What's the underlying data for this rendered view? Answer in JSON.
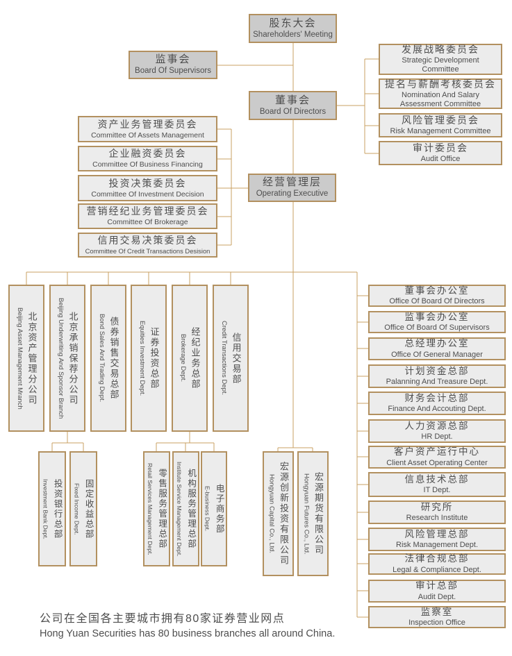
{
  "theme": {
    "accent_border": "#b2905f",
    "line_color": "#c9a063",
    "box_gray": "#cbcbcb",
    "box_light": "#ececec",
    "text_color": "#4d4d4d"
  },
  "hierarchy": {
    "shareholders": {
      "zh": "股东大会",
      "en": "Shareholders' Meeting"
    },
    "supervisors": {
      "zh": "监事会",
      "en": "Board Of Supervisors"
    },
    "directors": {
      "zh": "董事会",
      "en": "Board Of Directors"
    },
    "executive": {
      "zh": "经营管理层",
      "en": "Operating Executive"
    }
  },
  "board_committees": [
    {
      "zh": "发展战略委员会",
      "en": "Strategic Development Committee"
    },
    {
      "zh": "提名与薪酬考核委员会",
      "en": "Nomination And Salary Assessment Committee"
    },
    {
      "zh": "风险管理委员会",
      "en": "Risk Management Committee"
    },
    {
      "zh": "审计委员会",
      "en": "Audit Office"
    }
  ],
  "executive_committees": [
    {
      "zh": "资产业务管理委员会",
      "en": "Committee Of Assets Management"
    },
    {
      "zh": "企业融资委员会",
      "en": "Committee Of Business Financing"
    },
    {
      "zh": "投资决策委员会",
      "en": "Committee Of Investment Decision"
    },
    {
      "zh": "营销经纪业务管理委员会",
      "en": "Committee Of Brokerage"
    },
    {
      "zh": "信用交易决策委员会",
      "en": "Committee Of Credit Transactions Desision"
    }
  ],
  "business_units": [
    {
      "zh": "北京资产管理分公司",
      "en": "Beijing Asset Management Mranch"
    },
    {
      "zh": "北京承销保荐分公司",
      "en": "Beijing Underwriting And Sponsor Branch"
    },
    {
      "zh": "债券销售交易总部",
      "en": "Bond Sales And Trading Dept."
    },
    {
      "zh": "证券投资总部",
      "en": "Equities Investment  Dept."
    },
    {
      "zh": "经纪业务总部",
      "en": "Brokerage Dept."
    },
    {
      "zh": "信用交易部",
      "en": "Credit Transactions Dept."
    }
  ],
  "underwriting_sub_departments": [
    {
      "zh": "投资银行总部",
      "en": "Investment Bank Dept."
    },
    {
      "zh": "固定收益总部",
      "en": "Fixed Income Dept."
    }
  ],
  "brokerage_sub_departments": [
    {
      "zh": "零售服务管理总部",
      "en": "Retail Services Management Dept."
    },
    {
      "zh": "机构服务管理总部",
      "en": "Institute Service Management Dept."
    },
    {
      "zh": "电子商务部",
      "en": "E-business Dept."
    }
  ],
  "subsidiaries": [
    {
      "zh": "宏源创新投资有限公司",
      "en": "Hongyuan Capital Co., Ltd."
    },
    {
      "zh": "宏源期货有限公司",
      "en": "Hongyuan Futures Co., Ltd."
    }
  ],
  "functional_departments": [
    {
      "zh": "董事会办公室",
      "en": "Office Of Board Of Directors"
    },
    {
      "zh": "监事会办公室",
      "en": "Office Of Board Of Supervisors"
    },
    {
      "zh": "总经理办公室",
      "en": "Office Of General Manager"
    },
    {
      "zh": "计划资金总部",
      "en": "Palanning And Treasure Dept."
    },
    {
      "zh": "财务会计总部",
      "en": "Finance And Accouting Dept."
    },
    {
      "zh": "人力资源总部",
      "en": "HR Dept."
    },
    {
      "zh": "客户资产运行中心",
      "en": "Client Asset Operating Center"
    },
    {
      "zh": "信息技术总部",
      "en": "IT Dept."
    },
    {
      "zh": "研究所",
      "en": "Research Institute"
    },
    {
      "zh": "风险管理总部",
      "en": "Risk Management Dept."
    },
    {
      "zh": "法律合规总部",
      "en": "Legal & Compliance Dept."
    },
    {
      "zh": "审计总部",
      "en": "Audit Dept."
    },
    {
      "zh": "监察室",
      "en": "Inspection Office"
    }
  ],
  "caption": {
    "zh": "公司在全国各主要城市拥有80家证券营业网点",
    "en": "Hong Yuan Securities has 80 business branches all around China."
  }
}
